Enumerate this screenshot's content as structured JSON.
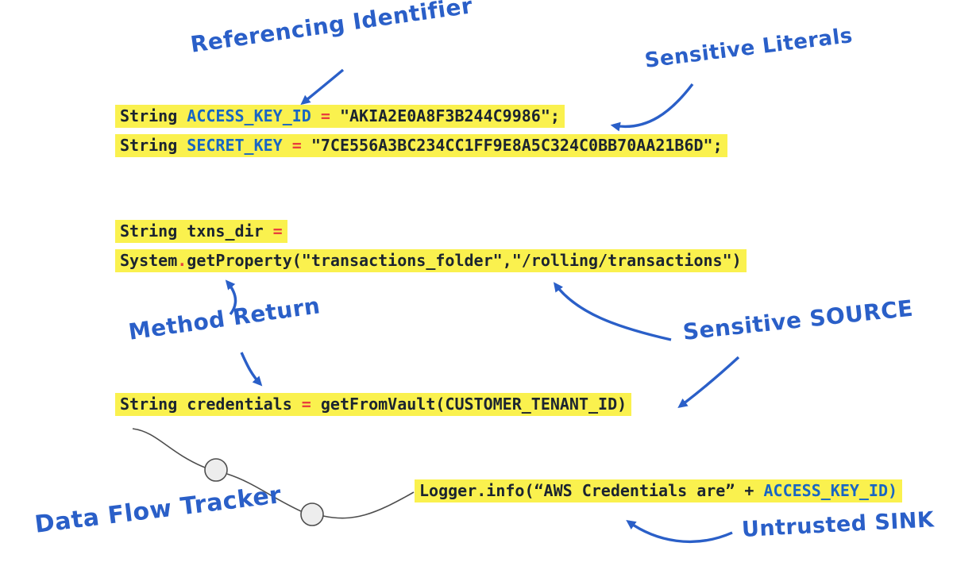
{
  "colors": {
    "highlight": "#FAF14E",
    "code_text": "#1B2430",
    "identifier": "#1866C4",
    "operator": "#E8413C",
    "annotation_blue": "#2A5FC8",
    "tracker_line": "#4D4D4D",
    "node_fill": "#EDEDED"
  },
  "annotations": {
    "referencing_identifier": "Referencing Identifier",
    "sensitive_literals": "Sensitive Literals",
    "method_return": "Method Return",
    "sensitive_source": "Sensitive SOURCE",
    "data_flow_tracker": "Data Flow Tracker",
    "untrusted_sink": "Untrusted SINK"
  },
  "code": {
    "lines": [
      {
        "id": "access-key-declaration",
        "segments": [
          {
            "text": "String ",
            "style": "plain"
          },
          {
            "text": "ACCESS_KEY_ID",
            "style": "ident"
          },
          {
            "text": " ",
            "style": "plain"
          },
          {
            "text": "=",
            "style": "op"
          },
          {
            "text": " \"AKIA2E0A8F3B244C9986\";",
            "style": "plain"
          }
        ]
      },
      {
        "id": "secret-key-declaration",
        "segments": [
          {
            "text": "String ",
            "style": "plain"
          },
          {
            "text": "SECRET_KEY",
            "style": "ident"
          },
          {
            "text": " ",
            "style": "plain"
          },
          {
            "text": "=",
            "style": "op"
          },
          {
            "text": " \"7CE556A3BC234CC1FF9E8A5C324C0BB70AA21B6D\";",
            "style": "plain"
          }
        ]
      },
      {
        "id": "txns-dir-declaration",
        "segments": [
          {
            "text": "String txns_dir ",
            "style": "plain"
          },
          {
            "text": "=",
            "style": "op"
          }
        ]
      },
      {
        "id": "get-property-call",
        "segments": [
          {
            "text": "System",
            "style": "plain"
          },
          {
            "text": ".",
            "style": "op"
          },
          {
            "text": "getProperty(\"transactions_folder\",\"/rolling/transactions\")",
            "style": "plain"
          }
        ]
      },
      {
        "id": "credentials-declaration",
        "segments": [
          {
            "text": "String credentials ",
            "style": "plain"
          },
          {
            "text": "=",
            "style": "op"
          },
          {
            "text": " getFromVault(CUSTOMER_TENANT_ID)",
            "style": "plain"
          }
        ]
      },
      {
        "id": "logger-sink-call",
        "segments": [
          {
            "text": "Logger.info(“AWS Credentials are” + ",
            "style": "plain"
          },
          {
            "text": "ACCESS_KEY_ID)",
            "style": "ident"
          }
        ]
      }
    ]
  }
}
